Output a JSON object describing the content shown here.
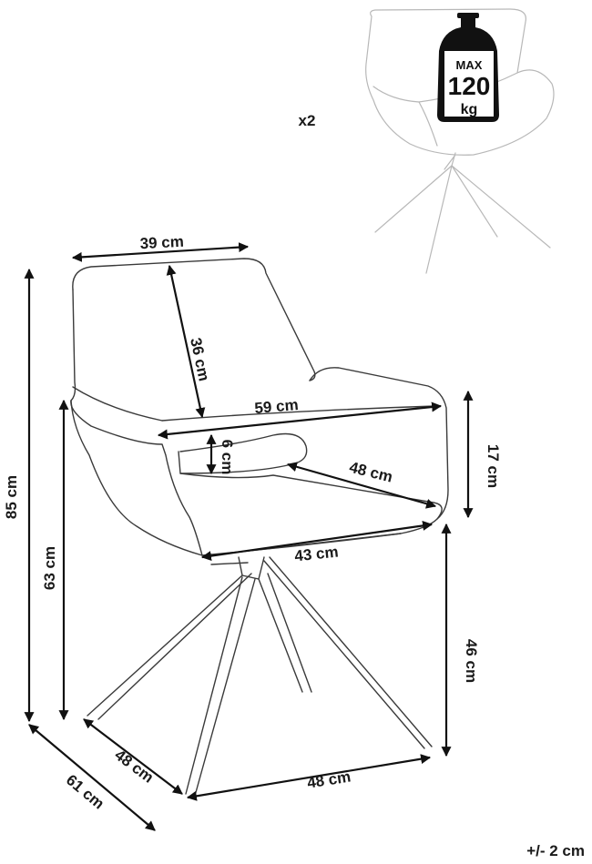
{
  "quantity": "x2",
  "max_load": {
    "line1": "MAX",
    "line2": "120",
    "line3": "kg"
  },
  "dimensions": {
    "top_width": "39 cm",
    "backrest_height": "36 cm",
    "seat_width": "59 cm",
    "cushion_thickness": "6 cm",
    "armrest_height": "17 cm",
    "seat_depth": "48 cm",
    "seat_front_width": "43 cm",
    "total_height": "85 cm",
    "armrest_floor_height": "63 cm",
    "seat_floor_height": "46 cm",
    "base_width": "48 cm",
    "base_depth": "48 cm",
    "total_depth": "61 cm"
  },
  "tolerance": "+/- 2 cm"
}
